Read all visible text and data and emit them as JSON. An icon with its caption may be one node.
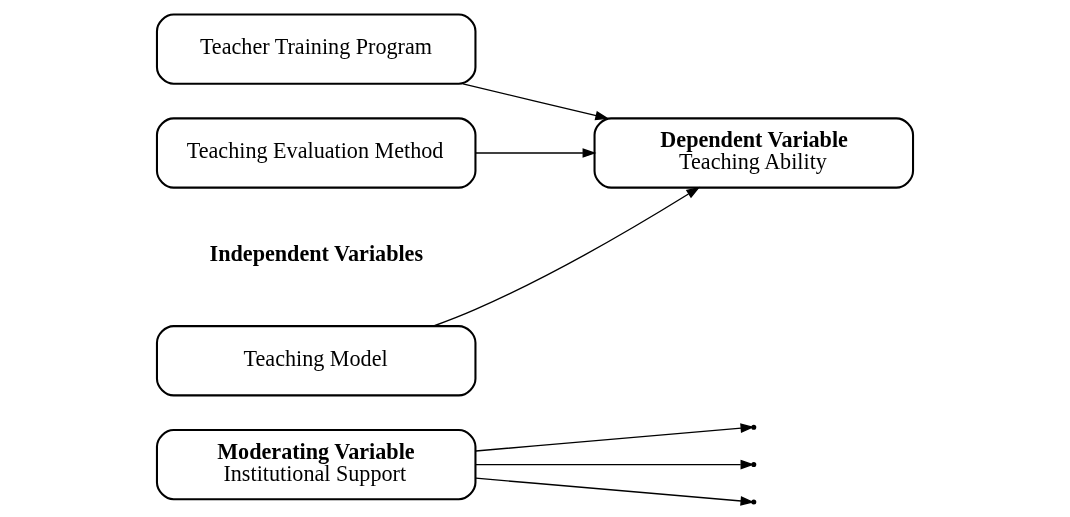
{
  "diagram": {
    "nodes": [
      {
        "text": [
          "Moderating Variable",
          "Institutional Support"
        ]
      },
      {
        "text": [
          "Teaching Model"
        ]
      },
      {
        "text": [
          "Teacher Training Program"
        ]
      },
      {
        "text": [
          "Teaching Evaluation Method"
        ]
      },
      {
        "text": [
          "Dependent Variable",
          "Teaching Ability"
        ]
      }
    ],
    "edges": [
      {
        "from": 1,
        "to": 4,
        "arrow": "to"
      },
      {
        "from": 2,
        "to": 4,
        "arrow": "to"
      },
      {
        "from": 3,
        "to": 4,
        "arrow": "to"
      },
      {
        "from": 0,
        "to": null,
        "arrow": "to"
      },
      {
        "from": 0,
        "to": null,
        "arrow": "to"
      },
      {
        "from": 0,
        "to": null,
        "arrow": "to"
      }
    ],
    "labels": [
      "Independent Variables"
    ]
  }
}
